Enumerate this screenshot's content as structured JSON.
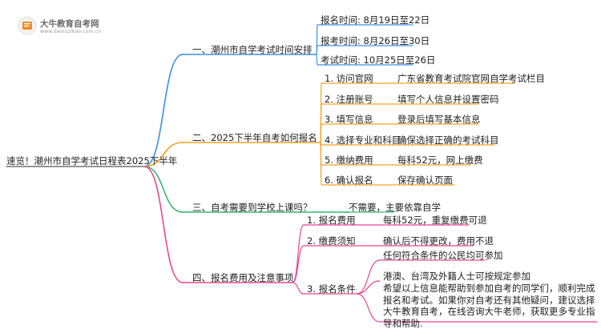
{
  "logo": {
    "title": "大牛教育自考网",
    "url": "www.daniuzikao.com.cn"
  },
  "mindmap": {
    "root": "速览！潮州市自学考试日程表2025下半年",
    "branches": [
      {
        "label": "一、潮州市自学考试时间安排",
        "color": "#3d8fe0",
        "children": [
          {
            "label": "报名时间: 8月19日至22日"
          },
          {
            "label": "报考时间: 8月26日至30日"
          },
          {
            "label": "考试时间: 10月25日至26日"
          }
        ]
      },
      {
        "label": "二、2025下半年自考如何报名",
        "color": "#f1a21d",
        "children": [
          {
            "label": "1. 访问官网",
            "detail": "广东省教育考试院官网自学考试栏目"
          },
          {
            "label": "2. 注册账号",
            "detail": "填写个人信息并设置密码"
          },
          {
            "label": "3. 填写信息",
            "detail": "登录后填写基本信息"
          },
          {
            "label": "4. 选择专业和科目",
            "detail": "确保选择正确的考试科目"
          },
          {
            "label": "5. 缴纳费用",
            "detail": "每科52元，网上缴费"
          },
          {
            "label": "6. 确认报名",
            "detail": "保存确认页面"
          }
        ]
      },
      {
        "label": "三、自考需要到学校上课吗？",
        "color": "#3cb371",
        "children": [
          {
            "label": "不需要，主要依靠自学"
          }
        ]
      },
      {
        "label": "四、报名费用及注意事项",
        "color": "#e8478f",
        "children": [
          {
            "label": "1. 报名费用",
            "details": [
              "每科52元，重复缴费可退"
            ]
          },
          {
            "label": "2. 缴费须知",
            "details": [
              "确认后不得更改，费用不退"
            ]
          },
          {
            "label": "3. 报名条件",
            "details": [
              "任何符合条件的公民均可参加",
              "港澳、台湾及外籍人士可按规定参加",
              "希望以上信息能帮助到参加自考的同学们，顺利完成报名和考试。如果你对自考还有其他疑问，建议选择大牛教育自考，在线咨询大牛老师，获取更多专业指导和帮助."
            ]
          }
        ]
      }
    ]
  }
}
